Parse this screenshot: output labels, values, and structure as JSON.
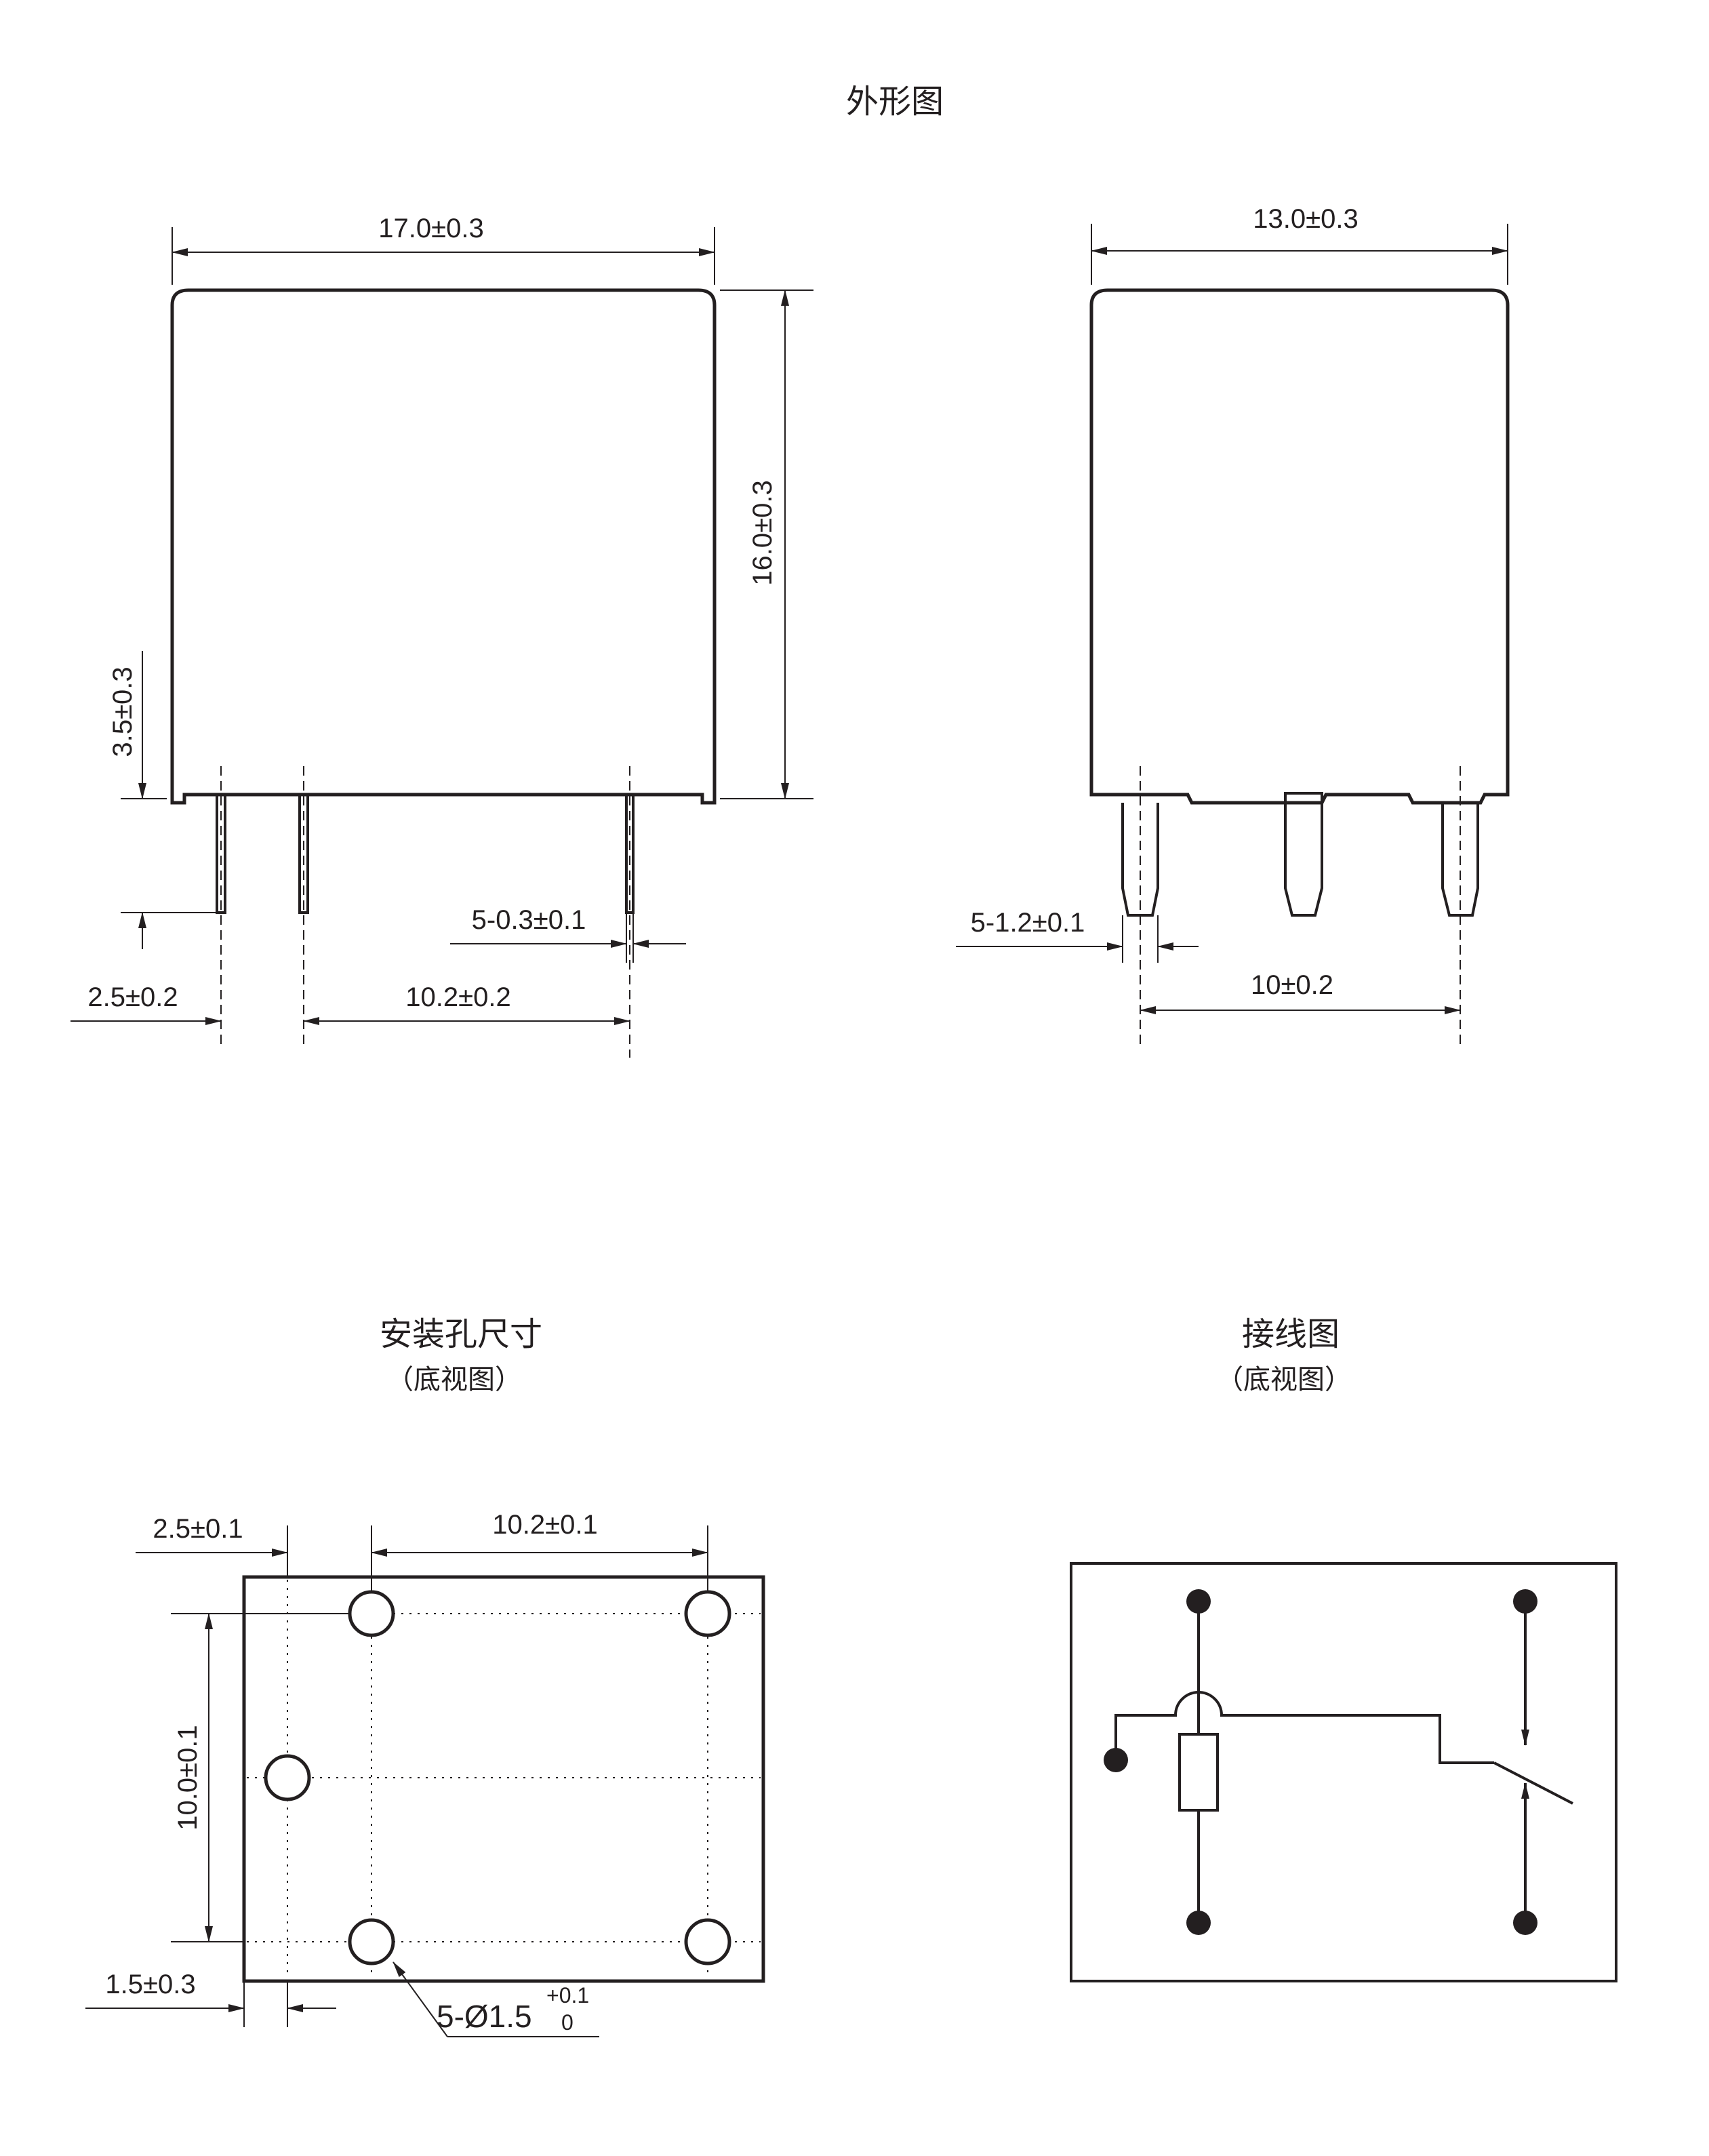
{
  "titles": {
    "outline": "外形图",
    "mounting": "安装孔尺寸",
    "mounting_sub": "（底视图）",
    "wiring": "接线图",
    "wiring_sub": "（底视图）"
  },
  "front_view": {
    "width_dim": "17.0±0.3",
    "height_dim": "16.0±0.3",
    "pin_length_dim": "3.5±0.3",
    "pin_width_dim": "5-0.3±0.1",
    "pin_offset_dim": "2.5±0.2",
    "pin_pitch_dim": "10.2±0.2"
  },
  "side_view": {
    "width_dim": "13.0±0.3",
    "pin_width_dim": "5-1.2±0.1",
    "pin_pitch_dim": "10±0.2"
  },
  "mounting_holes": {
    "offset_dim": "2.5±0.1",
    "pitch_x_dim": "10.2±0.1",
    "pitch_y_dim": "10.0±0.1",
    "edge_dim": "1.5±0.3",
    "hole_prefix": "5-Ø1.5",
    "hole_tol_upper": "+0.1",
    "hole_tol_lower": "0"
  },
  "colors": {
    "ink": "#231f20",
    "background": "#ffffff"
  }
}
